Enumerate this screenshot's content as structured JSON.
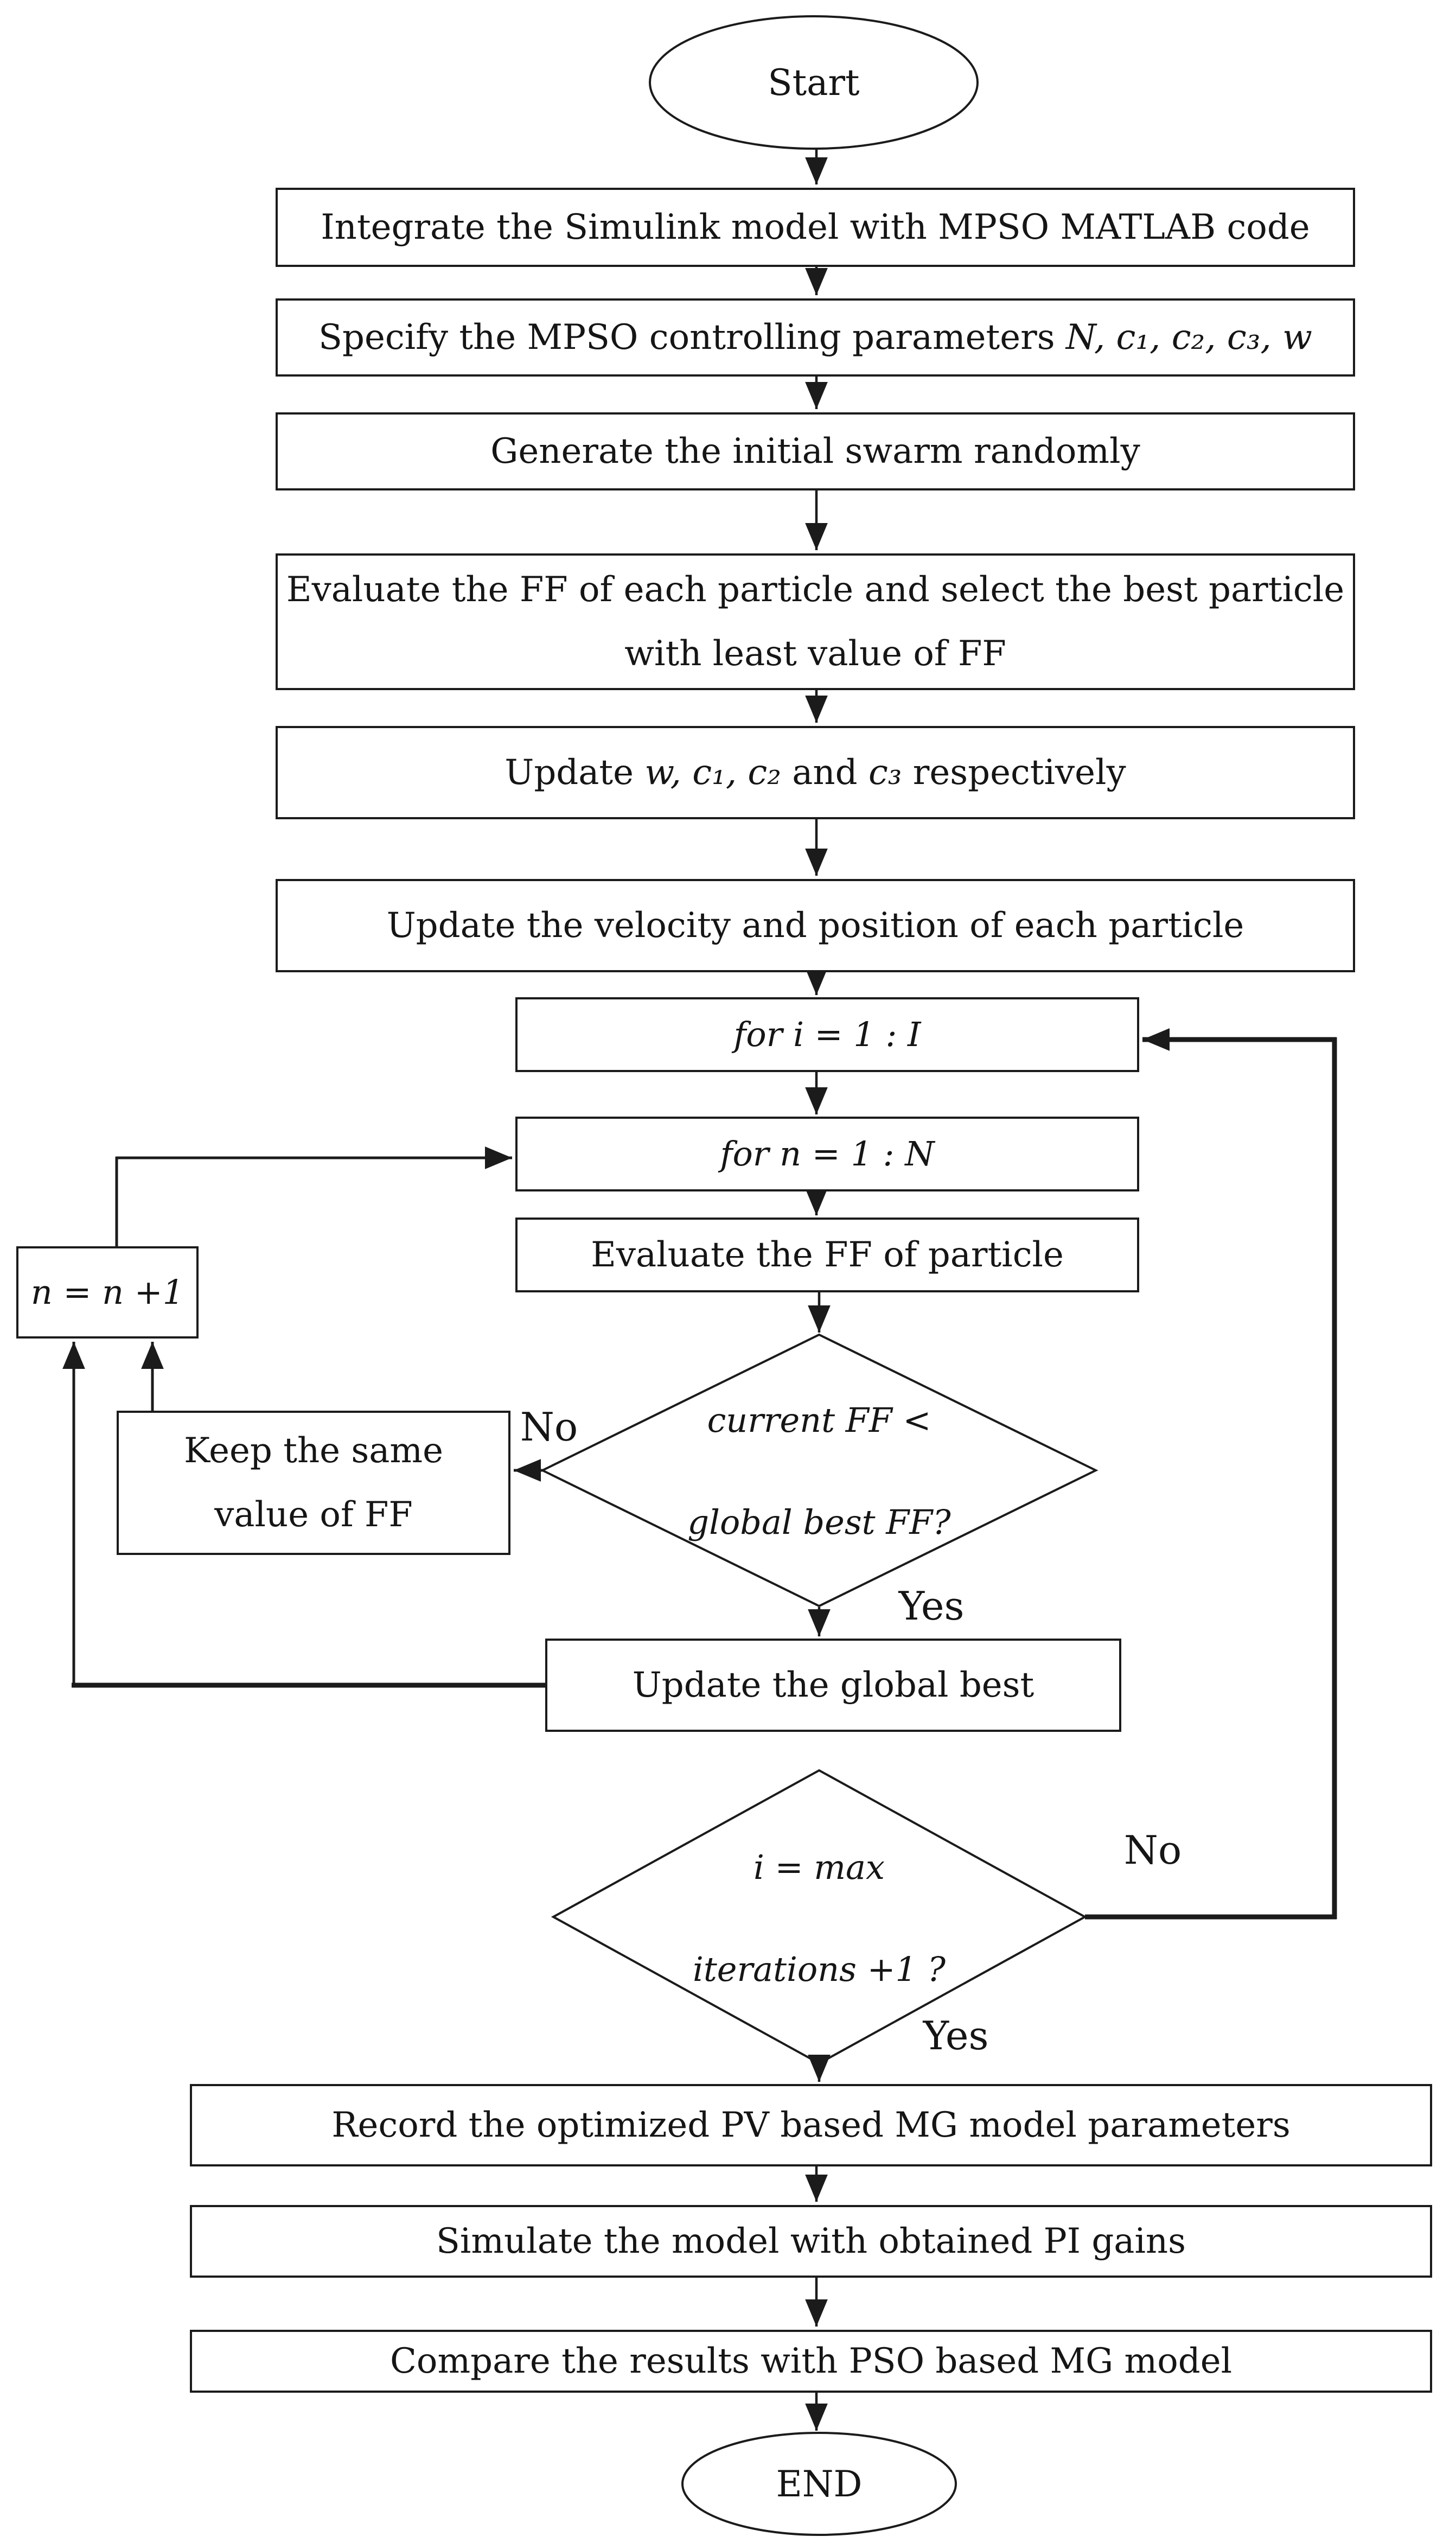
{
  "flowchart": {
    "terminals": {
      "start": "Start",
      "end": "END"
    },
    "steps": {
      "integrate": "Integrate the Simulink model with MPSO MATLAB code",
      "specify_pre": "Specify the MPSO controlling parameters ",
      "specify_vars": "N, c₁, c₂, c₃, w",
      "generate": "Generate the initial swarm randomly",
      "evaluate_all_line1": "Evaluate the FF of each particle and select the best particle",
      "evaluate_all_line2": "with least value of FF",
      "update_params_pre": "Update ",
      "update_params_vars1": "w, c₁, c₂",
      "update_params_and": " and ",
      "update_params_vars2": "c₃",
      "update_params_post": " respectively",
      "update_velocity": "Update the velocity and position of each particle",
      "for_i": "for i = 1 : I",
      "for_n": "for n = 1 : N",
      "evaluate_particle": "Evaluate the FF of particle",
      "keep_line1": "Keep the same",
      "keep_line2": "value of FF",
      "n_increment": "n = n +1",
      "update_global": "Update the global best",
      "record": "Record the optimized PV based MG model parameters",
      "simulate": "Simulate the model with obtained PI gains",
      "compare": "Compare the results with PSO based MG model"
    },
    "decisions": {
      "d1_line1": "current FF <",
      "d1_line2": "global best FF?",
      "d2_line1": "i = max",
      "d2_line2": "iterations +1 ?"
    },
    "edge_labels": {
      "d1_no": "No",
      "d1_yes": "Yes",
      "d2_no": "No",
      "d2_yes": "Yes"
    },
    "colors": {
      "stroke": "#1b1b1b",
      "background": "#ffffff"
    }
  }
}
